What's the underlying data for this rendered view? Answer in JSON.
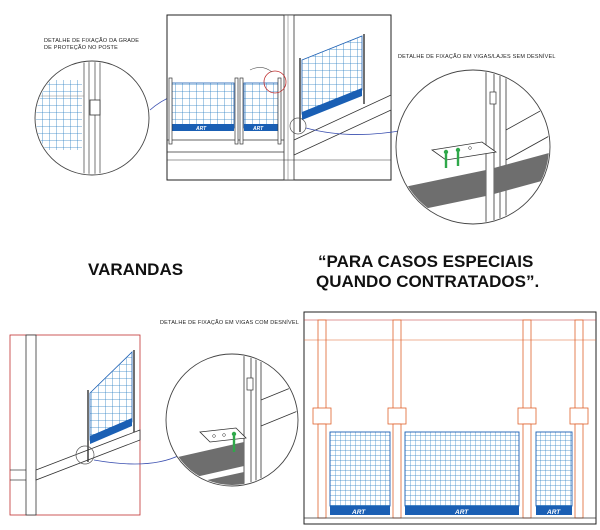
{
  "notes": {
    "grade_poste": [
      "DETALHE DE FIXAÇÃO DA GRADE",
      "DE PROTEÇÃO NO POSTE"
    ],
    "vigas_sem_desnivel": "DETALHE DE FIXAÇÃO EM VIGAS/LAJES SEM DESNÍVEL",
    "vigas_com_desnivel": "DETALHE DE FIXAÇÃO EM VIGAS COM DESNÍVEL"
  },
  "headings": {
    "varandas": "VARANDAS",
    "especiais_line1": "“PARA CASOS ESPECIAIS",
    "especiais_line2": "QUANDO CONTRATADOS”."
  },
  "brand_label": "ART",
  "colors": {
    "mesh": "#2b7fc4",
    "rail_blue": "#1a5fb4",
    "post_orange": "#e0622c",
    "bolt_green": "#2fa84a",
    "concrete": "#6e6e6e",
    "callout": "#3a4fb0"
  }
}
